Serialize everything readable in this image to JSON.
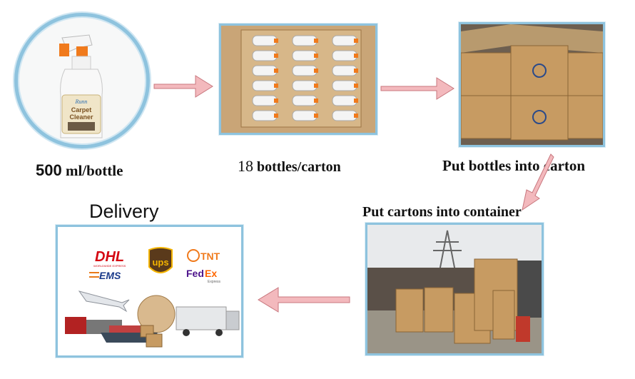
{
  "steps": {
    "bottle": {
      "qty": "500",
      "label": " ml/bottle"
    },
    "carton": {
      "qty": "18",
      "label": " bottles/carton"
    },
    "pack": {
      "label": "Put bottles into carton"
    },
    "container": {
      "label": "Put cartons into container"
    },
    "delivery": {
      "label": "Delivery"
    }
  },
  "product_label": {
    "brand": "Runn",
    "line1": "Carpet",
    "line2": "Cleaner"
  },
  "carrier_logos": {
    "dhl": "DHL",
    "dhl_sub": "WORLDWIDE EXPRESS",
    "ems": "EMS",
    "ups": "ups",
    "tnt": "TNT",
    "fedex_fed": "Fed",
    "fedex_ex": "Ex",
    "fedex_sub": "Express"
  },
  "colors": {
    "frame_border": "#8ec3de",
    "arrow_fill": "#f3b9bd",
    "arrow_edge": "#c8777e",
    "bottle_cap": "#f07a1c",
    "carton": "#c79b62",
    "dhl_red": "#d40511",
    "ups_brown": "#5a3a1b",
    "fedex_purple": "#4d148c",
    "fedex_orange": "#ff6600"
  }
}
